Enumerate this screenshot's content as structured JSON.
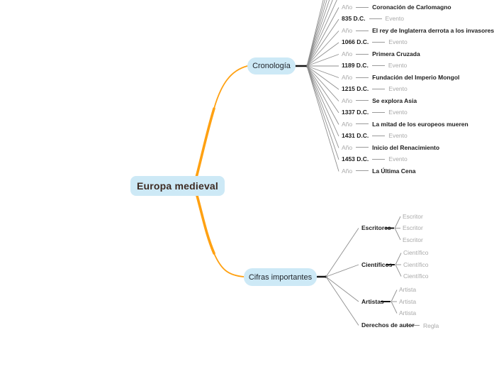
{
  "app": {
    "type": "mindmap-canvas",
    "background": "#ffffff"
  },
  "colors": {
    "node_fill": "#cde9f6",
    "branch_orange": "#ffa112",
    "line_black": "#141414",
    "line_gray": "#9a9a9a",
    "text_dark": "#1d1d1d",
    "text_gray": "#a9a9a9",
    "central_text": "#3e2b23"
  },
  "central": {
    "label": "Europa medieval"
  },
  "branches": [
    {
      "label": "Cronología"
    },
    {
      "label": "Cifras importantes"
    }
  ],
  "timeline": {
    "rows": [
      {
        "left": "Año",
        "right": "Coronación de Carlomagno"
      },
      {
        "left": "835 D.C.",
        "right": "Evento"
      },
      {
        "left": "Año",
        "right": "El rey de Inglaterra derrota a los invasores"
      },
      {
        "left": "1066 D.C.",
        "right": "Evento"
      },
      {
        "left": "Año",
        "right": "Primera Cruzada"
      },
      {
        "left": "1189 D.C.",
        "right": "Evento"
      },
      {
        "left": "Año",
        "right": "Fundación del Imperio Mongol"
      },
      {
        "left": "1215 D.C.",
        "right": "Evento"
      },
      {
        "left": "Año",
        "right": "Se explora Asia"
      },
      {
        "left": "1337 D.C.",
        "right": "Evento"
      },
      {
        "left": "Año",
        "right": "La mitad de los europeos mueren"
      },
      {
        "left": "1431 D.C.",
        "right": "Evento"
      },
      {
        "left": "Año",
        "right": "Inicio del Renacimiento"
      },
      {
        "left": "1453 D.C.",
        "right": "Evento"
      },
      {
        "left": "Año",
        "right": "La Última Cena"
      }
    ]
  },
  "groups": [
    {
      "label": "Escritores",
      "children": [
        "Escritor",
        "Escritor",
        "Escritor"
      ]
    },
    {
      "label": "Científicos",
      "children": [
        "Científico",
        "Científico",
        "Científico"
      ]
    },
    {
      "label": "Artistas",
      "children": [
        "Artista",
        "Artista",
        "Artista"
      ]
    },
    {
      "label": "Derechos de autor",
      "children": [
        "Regla"
      ]
    }
  ]
}
